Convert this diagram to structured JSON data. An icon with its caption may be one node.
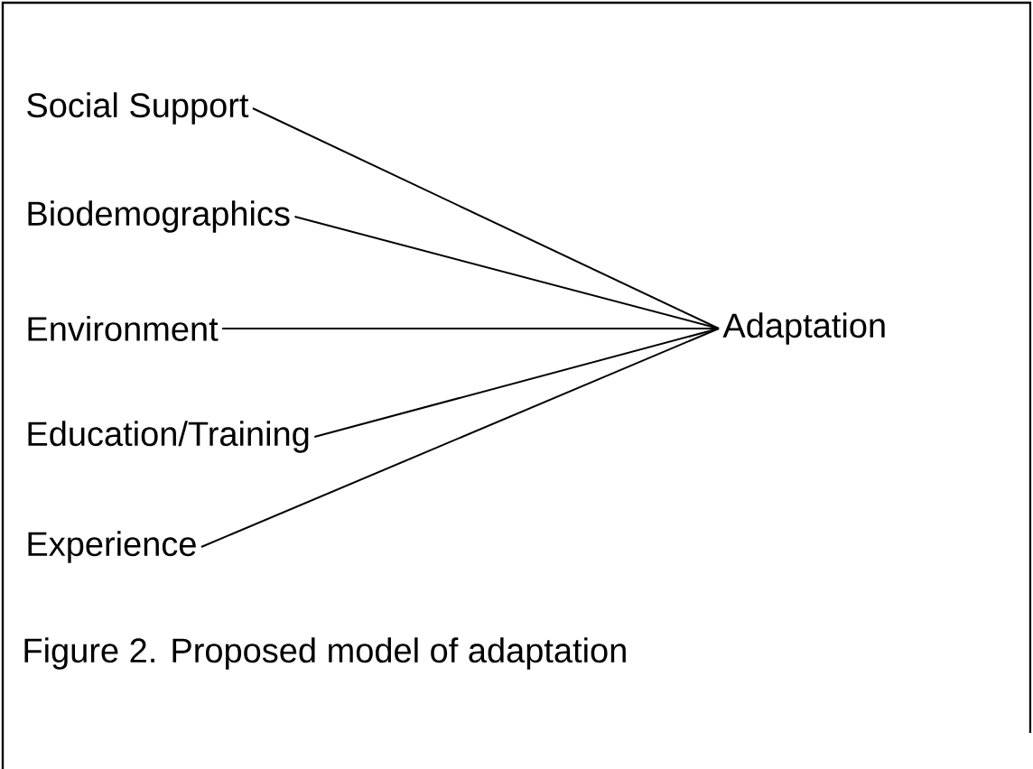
{
  "diagram": {
    "caption": "Figure 2.  Proposed model of adaptation",
    "nodes": [
      {
        "text": [
          "Social Support"
        ]
      },
      {
        "text": [
          "Biodemographics"
        ]
      },
      {
        "text": [
          "Environment"
        ]
      },
      {
        "text": [
          "Education/Training"
        ]
      },
      {
        "text": [
          "Experience"
        ]
      },
      {
        "text": [
          "Adaptation"
        ]
      }
    ],
    "edges": [
      {
        "from": 0,
        "to": 5,
        "arrow": "none"
      },
      {
        "from": 1,
        "to": 5,
        "arrow": "none"
      },
      {
        "from": 2,
        "to": 5,
        "arrow": "none"
      },
      {
        "from": 3,
        "to": 5,
        "arrow": "none"
      },
      {
        "from": 4,
        "to": 5,
        "arrow": "none"
      }
    ]
  }
}
